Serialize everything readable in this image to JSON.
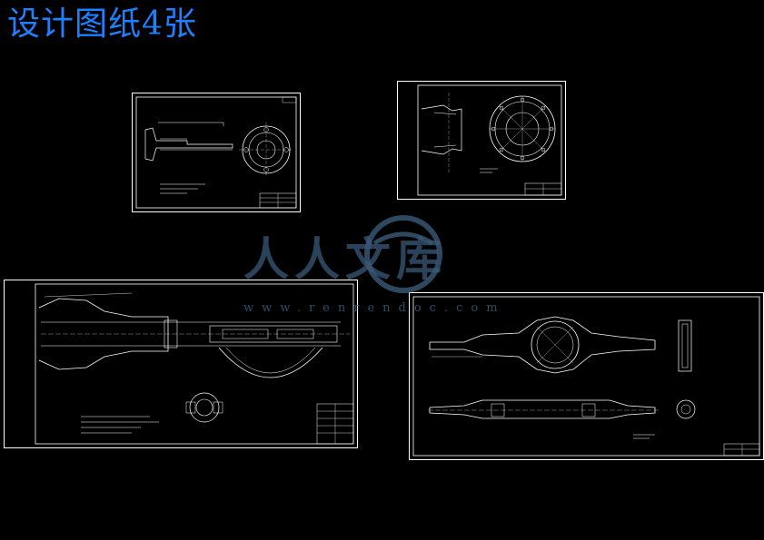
{
  "title": "设计图纸4张",
  "watermark": {
    "text": "人人文库",
    "url": "www.renrendoc.com"
  },
  "colors": {
    "background": "#000000",
    "title": "#1e7fff",
    "line": "#ffffff",
    "watermark": "#3a5a78"
  }
}
